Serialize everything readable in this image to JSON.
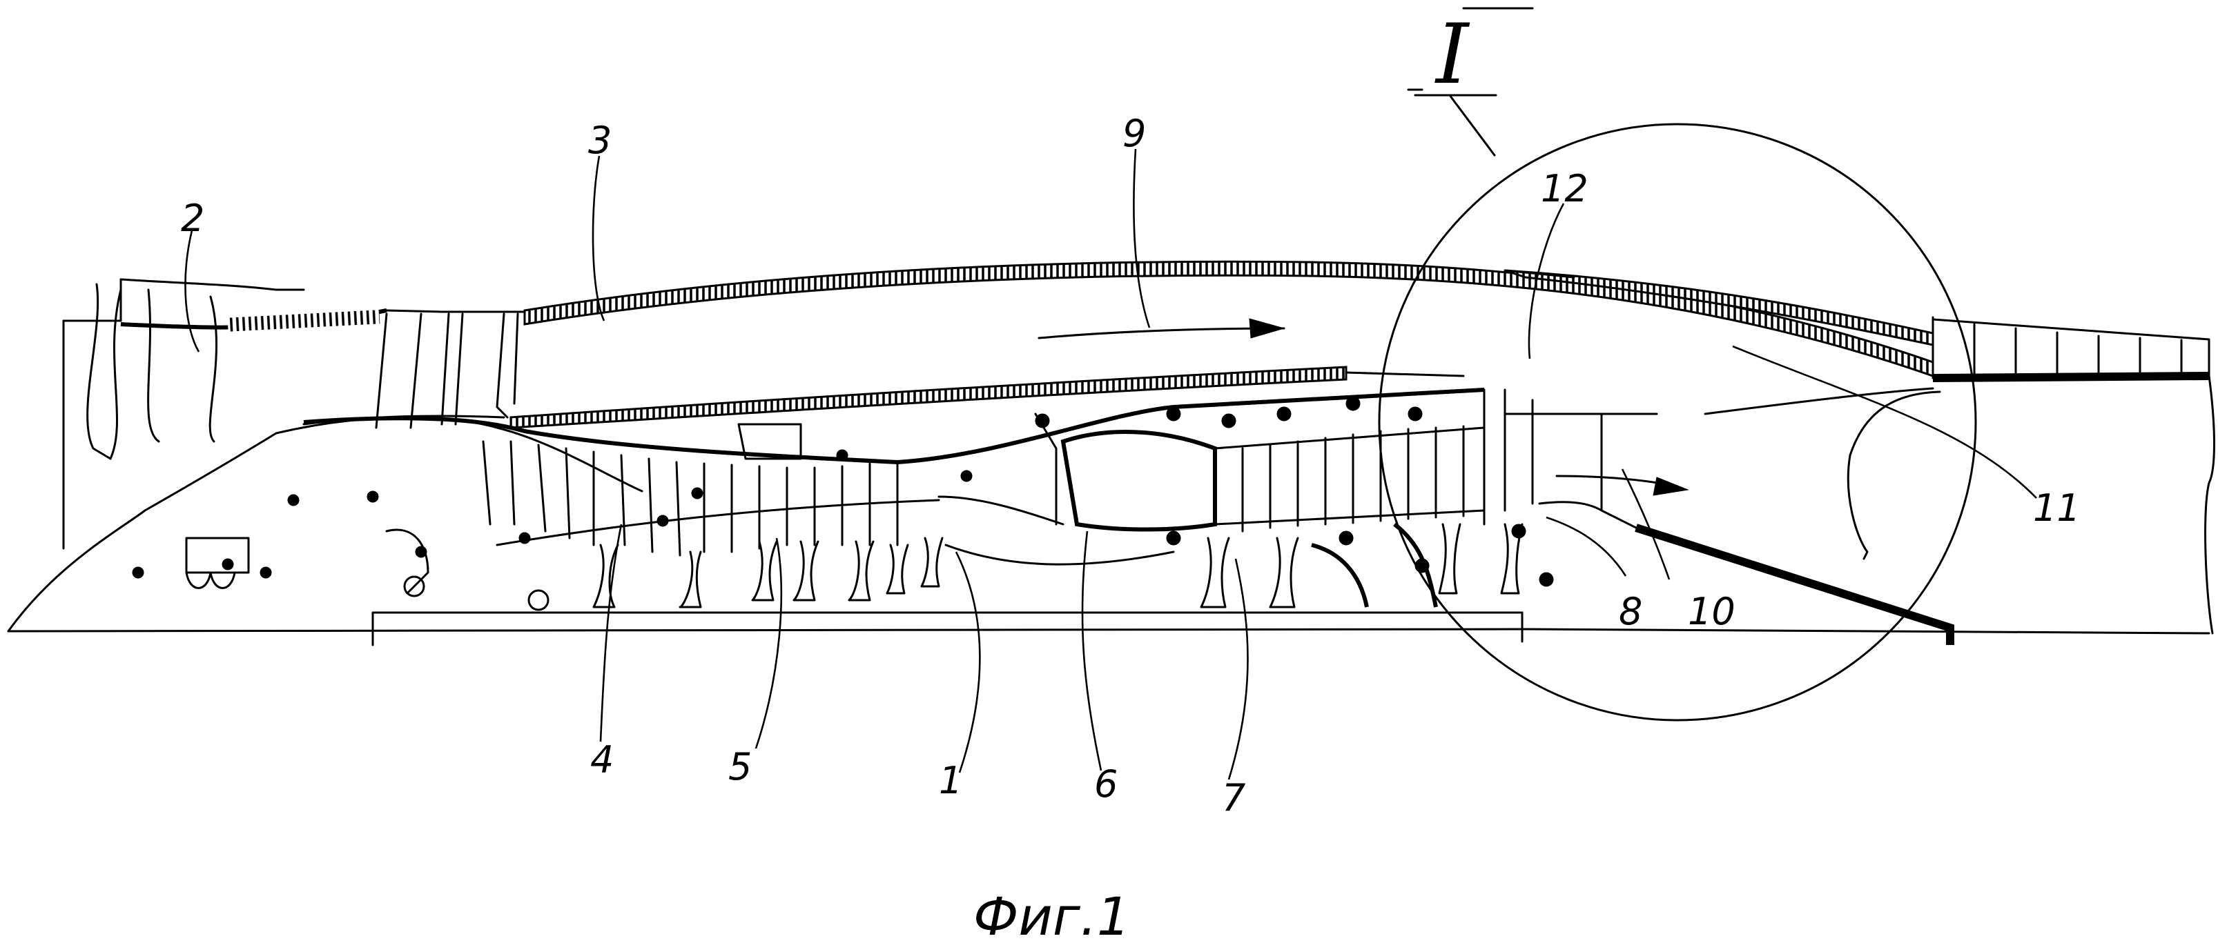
{
  "figure": {
    "caption": "Фиг.1",
    "detail_callout": "I",
    "reference_labels": [
      {
        "id": "1",
        "text": "1"
      },
      {
        "id": "2",
        "text": "2"
      },
      {
        "id": "3",
        "text": "3"
      },
      {
        "id": "4",
        "text": "4"
      },
      {
        "id": "5",
        "text": "5"
      },
      {
        "id": "6",
        "text": "6"
      },
      {
        "id": "7",
        "text": "7"
      },
      {
        "id": "8",
        "text": "8"
      },
      {
        "id": "9",
        "text": "9"
      },
      {
        "id": "10",
        "text": "10"
      },
      {
        "id": "11",
        "text": "11"
      },
      {
        "id": "12",
        "text": "12"
      }
    ]
  },
  "colors": {
    "ink": "#000000",
    "paper": "#ffffff"
  }
}
